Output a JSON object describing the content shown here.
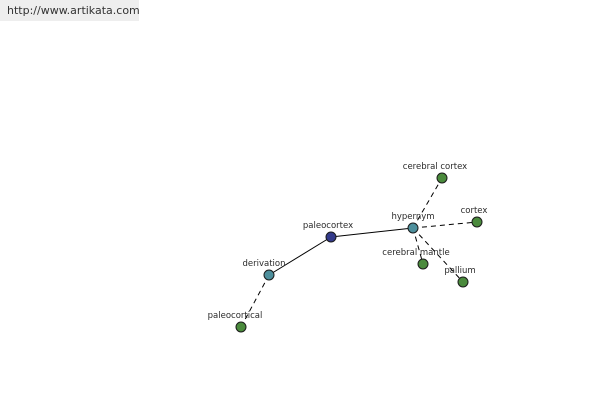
{
  "header": {
    "url": "http://www.artikata.com"
  },
  "colors": {
    "center": "#333a8a",
    "relation": "#4d8f9c",
    "leaf": "#4a8a3c",
    "edge": "#000000",
    "background": "#ffffff",
    "url_bar_bg": "#eeeeee"
  },
  "graph": {
    "nodes": [
      {
        "id": "paleocortex",
        "label": "paleocortex",
        "kind": "center"
      },
      {
        "id": "derivation",
        "label": "derivation",
        "kind": "relation"
      },
      {
        "id": "hypernym",
        "label": "hypernym",
        "kind": "relation"
      },
      {
        "id": "paleocortical",
        "label": "paleocortical",
        "kind": "leaf"
      },
      {
        "id": "cerebral-cortex",
        "label": "cerebral cortex",
        "kind": "leaf"
      },
      {
        "id": "cortex",
        "label": "cortex",
        "kind": "leaf"
      },
      {
        "id": "cerebral-mantle",
        "label": "cerebral mantle",
        "kind": "leaf"
      },
      {
        "id": "pallium",
        "label": "pallium",
        "kind": "leaf"
      }
    ],
    "edges": [
      {
        "from": "paleocortex",
        "to": "derivation",
        "style": "solid"
      },
      {
        "from": "paleocortex",
        "to": "hypernym",
        "style": "solid"
      },
      {
        "from": "derivation",
        "to": "paleocortical",
        "style": "dashed"
      },
      {
        "from": "hypernym",
        "to": "cerebral-cortex",
        "style": "dashed"
      },
      {
        "from": "hypernym",
        "to": "cortex",
        "style": "dashed"
      },
      {
        "from": "hypernym",
        "to": "cerebral-mantle",
        "style": "dashed"
      },
      {
        "from": "hypernym",
        "to": "pallium",
        "style": "dashed"
      }
    ]
  }
}
